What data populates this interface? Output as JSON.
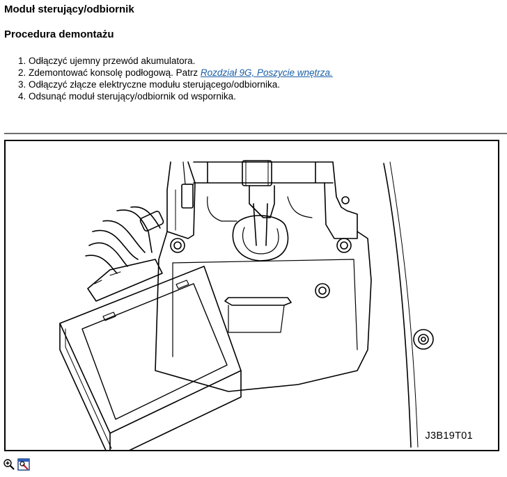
{
  "header": {
    "title": "Moduł sterujący/odbiornik",
    "subtitle": "Procedura demontażu"
  },
  "steps": [
    {
      "number": "1.",
      "text": "Odłączyć ujemny przewód akumulatora."
    },
    {
      "number": "2.",
      "text": "Zdemontować konsolę podłogową. Patrz ",
      "link": "Rozdział 9G, Poszycie wnętrza."
    },
    {
      "number": "3.",
      "text": "Odłączyć złącze elektryczne modułu sterującego/odbiornika."
    },
    {
      "number": "4.",
      "text": "Odsunąć moduł sterujący/odbiornik od wspornika."
    }
  ],
  "figure": {
    "label": "J3B19T01"
  },
  "toolbar": {
    "zoom_icon": "zoom-in-icon",
    "view_icon": "view-window-icon"
  },
  "colors": {
    "link": "#1a5fa8",
    "rule": "#6e6e6e"
  }
}
